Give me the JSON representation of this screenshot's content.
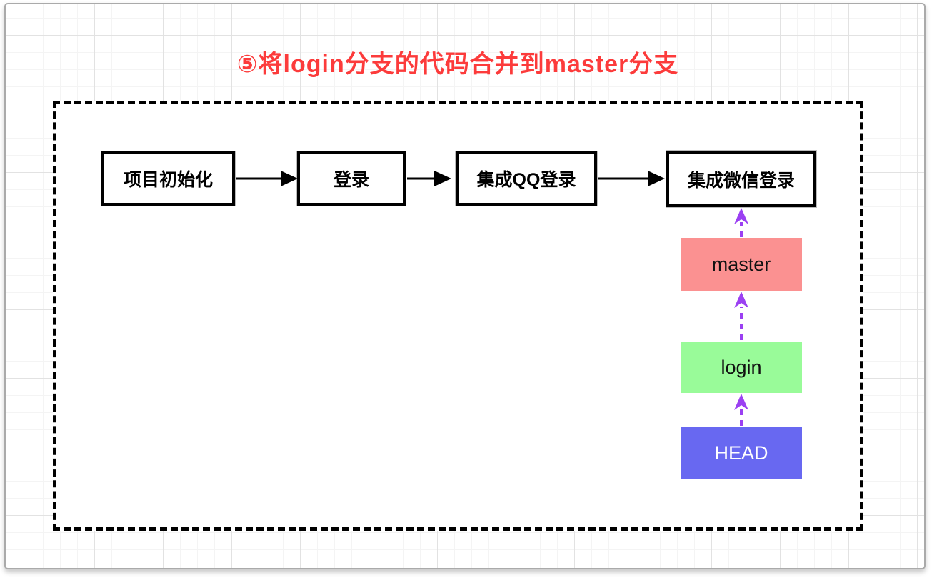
{
  "title": {
    "text": "⑤将login分支的代码合并到master分支",
    "color": "#fc3b3b"
  },
  "diagram": {
    "flow_nodes": [
      {
        "label": "项目初始化"
      },
      {
        "label": "登录"
      },
      {
        "label": "集成QQ登录"
      },
      {
        "label": "集成微信登录"
      }
    ],
    "flow_edges": [
      {
        "from": "项目初始化",
        "to": "登录"
      },
      {
        "from": "登录",
        "to": "集成QQ登录"
      },
      {
        "from": "集成QQ登录",
        "to": "集成微信登录"
      }
    ],
    "flow_arrow_color": "#000000",
    "branch_nodes": [
      {
        "label": "master",
        "bg": "#fb9191",
        "fg": "#111111"
      },
      {
        "label": "login",
        "bg": "#99fb99",
        "fg": "#111111"
      },
      {
        "label": "HEAD",
        "bg": "#6868f1",
        "fg": "#ffffff"
      }
    ],
    "branch_edges": [
      {
        "from": "HEAD",
        "to": "login",
        "style": "dashed"
      },
      {
        "from": "login",
        "to": "master",
        "style": "dashed"
      },
      {
        "from": "master",
        "to": "集成微信登录",
        "style": "dashed"
      }
    ],
    "branch_arrow_color": "#9b40f2"
  }
}
